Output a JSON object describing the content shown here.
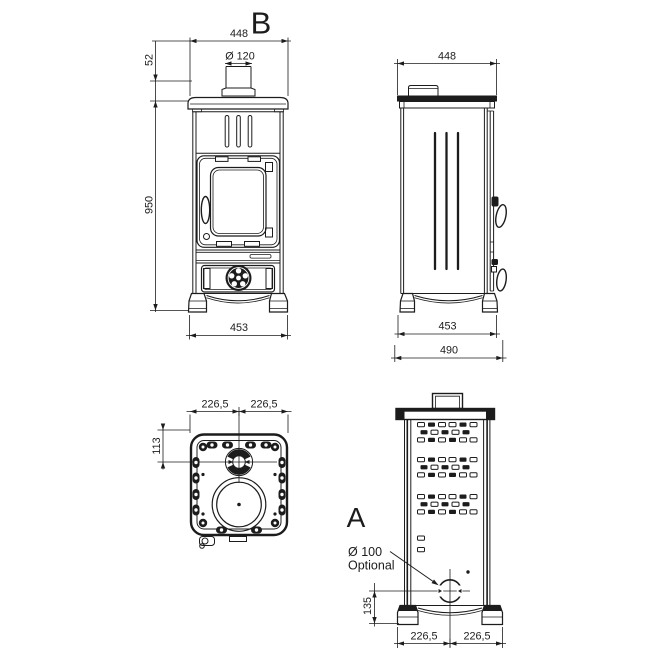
{
  "drawing": {
    "background": "#ffffff",
    "line_color": "#1c1c1c",
    "labels": {
      "view_b": "B",
      "view_a": "A"
    },
    "front_view": {
      "top_width": "448",
      "flue_diameter": "Ø 120",
      "flue_collar_height": "52",
      "overall_height": "950",
      "base_width": "453"
    },
    "side_view": {
      "top_depth": "448",
      "base_depth": "453",
      "overall_depth": "490"
    },
    "top_view": {
      "half_width_left": "226,5",
      "half_width_right": "226,5",
      "flue_centre_offset": "113"
    },
    "back_view": {
      "optional_flue_diameter": "Ø 100",
      "optional_flue_note": "Optional",
      "flue_centre_height": "135",
      "half_width_left": "226,5",
      "half_width_right": "226,5"
    }
  }
}
